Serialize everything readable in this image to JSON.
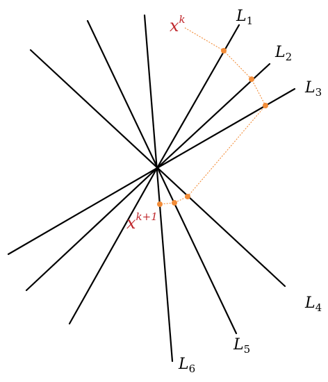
{
  "colors": {
    "line": "#000000",
    "path": "#f28c38",
    "point_label": "#c0282d"
  },
  "lines": [
    {
      "name": "L",
      "sub": "1"
    },
    {
      "name": "L",
      "sub": "2"
    },
    {
      "name": "L",
      "sub": "3"
    },
    {
      "name": "L",
      "sub": "4"
    },
    {
      "name": "L",
      "sub": "5"
    },
    {
      "name": "L",
      "sub": "6"
    }
  ],
  "points": {
    "start": {
      "base": "x",
      "sup": "k"
    },
    "end": {
      "base": "x",
      "sup": "k+1"
    }
  }
}
